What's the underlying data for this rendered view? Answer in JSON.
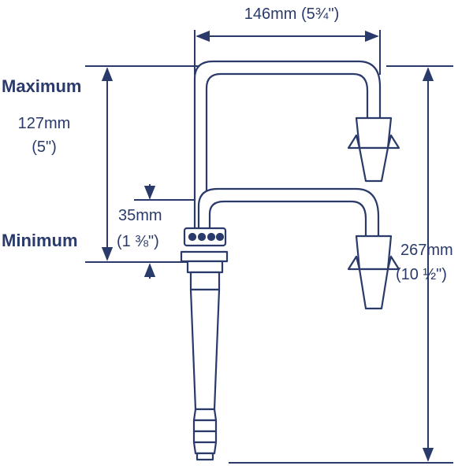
{
  "dimensions": {
    "width_label": "146mm (5¾\")",
    "max_title": "Maximum",
    "max_value": "127mm",
    "max_value_in": "(5\")",
    "min_step_value": "35mm",
    "min_step_in": "(1 ⅜\")",
    "min_title": "Minimum",
    "height_value": "267mm",
    "height_in": "(10 ½\")"
  },
  "colors": {
    "line": "#2a3a6a",
    "fill": "#ffffff"
  }
}
